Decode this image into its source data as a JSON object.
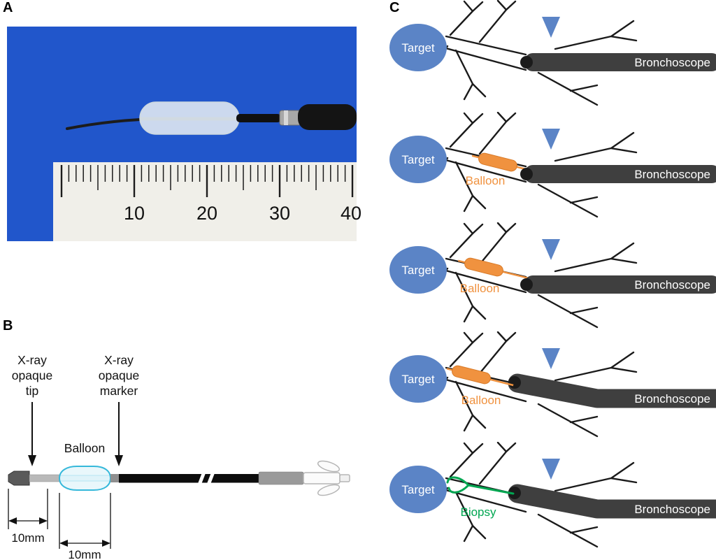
{
  "colors": {
    "target_blue": "#5b84c6",
    "pointer_blue": "#5b84c6",
    "balloon_orange": "#f0923f",
    "biopsy_green": "#00a651",
    "scope_gray": "#3f3f3f",
    "photo_blue": "#2156cb",
    "balloon_cyan": "#35b8da"
  },
  "panel_a": {
    "label": "A",
    "ruler_numbers": [
      "10",
      "20",
      "30",
      "40"
    ]
  },
  "panel_b": {
    "label": "B",
    "tip_line1": "X-ray",
    "tip_line2": "opaque",
    "tip_line3": "tip",
    "marker_line1": "X-ray",
    "marker_line2": "opaque",
    "marker_line3": "marker",
    "balloon_label": "Balloon",
    "tip_dim": "10mm",
    "balloon_dim": "10mm"
  },
  "panel_c": {
    "label": "C",
    "rows": [
      {
        "target": "Target",
        "scope": "Bronchoscope"
      },
      {
        "target": "Target",
        "scope": "Bronchoscope",
        "balloon": "Balloon"
      },
      {
        "target": "Target",
        "scope": "Bronchoscope",
        "balloon": "Balloon"
      },
      {
        "target": "Target",
        "scope": "Bronchoscope",
        "balloon": "Balloon"
      },
      {
        "target": "Target",
        "scope": "Bronchoscope",
        "biopsy": "Biopsy"
      }
    ]
  }
}
